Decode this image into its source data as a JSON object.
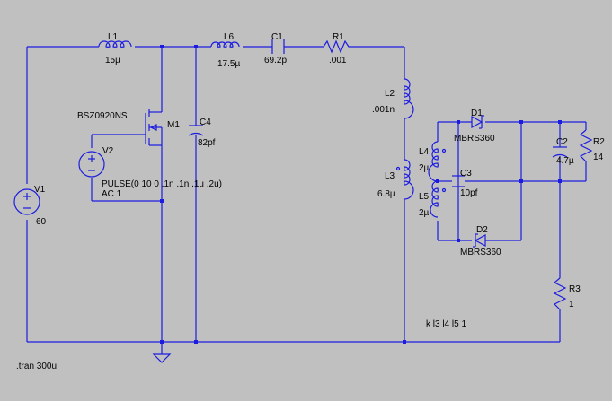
{
  "schematic": {
    "components": [
      {
        "ref": "L1",
        "value": "15µ"
      },
      {
        "ref": "L6",
        "value": "17.5µ"
      },
      {
        "ref": "C1",
        "value": "69.2p"
      },
      {
        "ref": "R1",
        "value": ".001"
      },
      {
        "ref": "L2",
        "value": ".001n"
      },
      {
        "ref": "L3",
        "value": "6.8µ"
      },
      {
        "ref": "L4",
        "value": "2µ"
      },
      {
        "ref": "L5",
        "value": "2µ"
      },
      {
        "ref": "C3",
        "value": "10pf"
      },
      {
        "ref": "D1",
        "value": "MBRS360"
      },
      {
        "ref": "D2",
        "value": "MBRS360"
      },
      {
        "ref": "C2",
        "value": "4.7µ"
      },
      {
        "ref": "R2",
        "value": "14"
      },
      {
        "ref": "R3",
        "value": "1"
      },
      {
        "ref": "C4",
        "value": "82pf"
      },
      {
        "ref": "M1",
        "value": "BSZ0920NS"
      },
      {
        "ref": "V1",
        "value": "60"
      },
      {
        "ref": "V2",
        "value": "PULSE(0 10 0 .1n .1n .1u .2u)",
        "ac": "AC 1"
      }
    ],
    "directives": {
      "coupling": "k l3 l4 l5 1",
      "tran": ".tran 300u"
    },
    "colors": {
      "background": "#c0c0c0",
      "wire": "#1c1ce0",
      "text": "#000000"
    }
  }
}
